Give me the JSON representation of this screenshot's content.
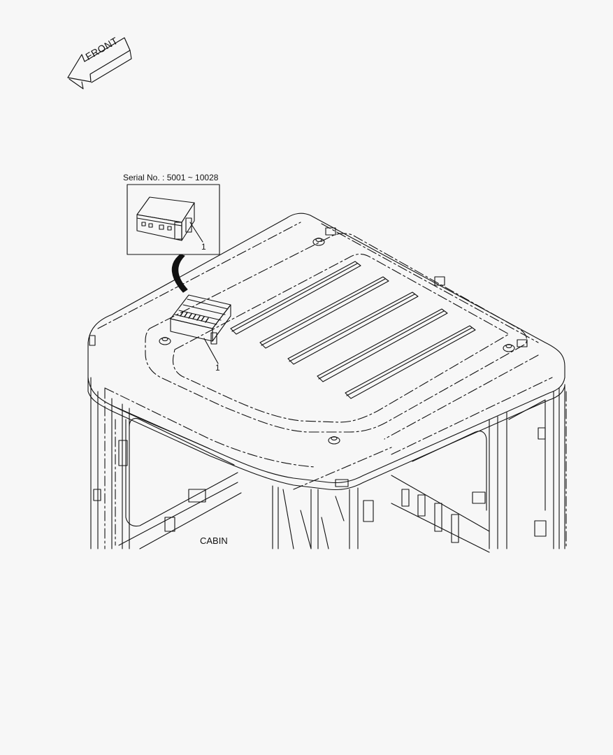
{
  "diagram": {
    "front_arrow": {
      "text": "FRONT",
      "icon": "arrow-left-icon"
    },
    "inset": {
      "serial_label": "Serial No.  : 5001 ~ 10028",
      "callout": "1"
    },
    "main_callout": "1",
    "assembly_label": "CABIN"
  },
  "colors": {
    "line": "#111111",
    "background": "#f7f7f7"
  }
}
